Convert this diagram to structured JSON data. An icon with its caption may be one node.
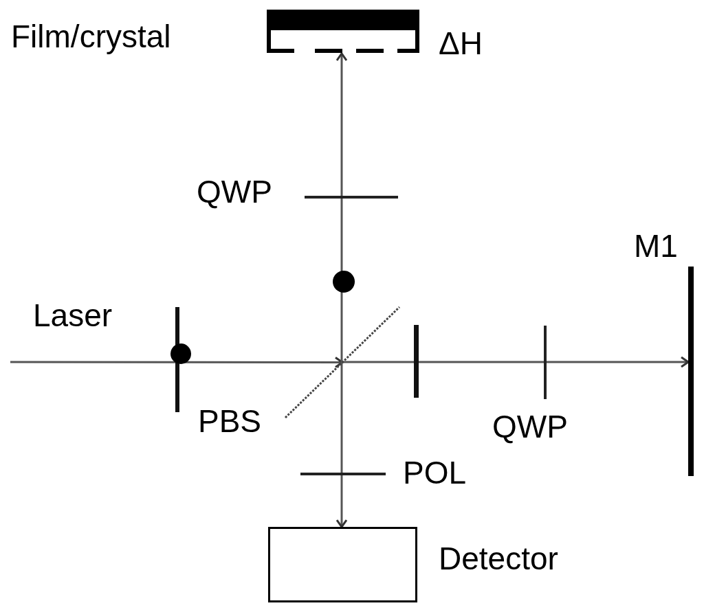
{
  "diagram": {
    "nodes": [
      {
        "text": [],
        "shape": "box",
        "beside": [
          "Film/crystal",
          "ΔH"
        ]
      },
      {
        "text": [],
        "shape": "bar",
        "beside": [
          "PBS"
        ]
      },
      {
        "text": [],
        "shape": "bar",
        "beside": [
          "M1"
        ]
      },
      {
        "text": [],
        "shape": "box",
        "beside": [
          "Detector"
        ]
      }
    ],
    "edges": [
      {
        "from": null,
        "to": 1,
        "arrow": "to"
      },
      {
        "from": 1,
        "to": 0,
        "arrow": "to"
      },
      {
        "from": 1,
        "to": 2,
        "arrow": "to"
      },
      {
        "from": 1,
        "to": 3,
        "arrow": "to"
      }
    ],
    "labels": [
      "Laser",
      "QWP",
      "QWP",
      "POL"
    ]
  }
}
